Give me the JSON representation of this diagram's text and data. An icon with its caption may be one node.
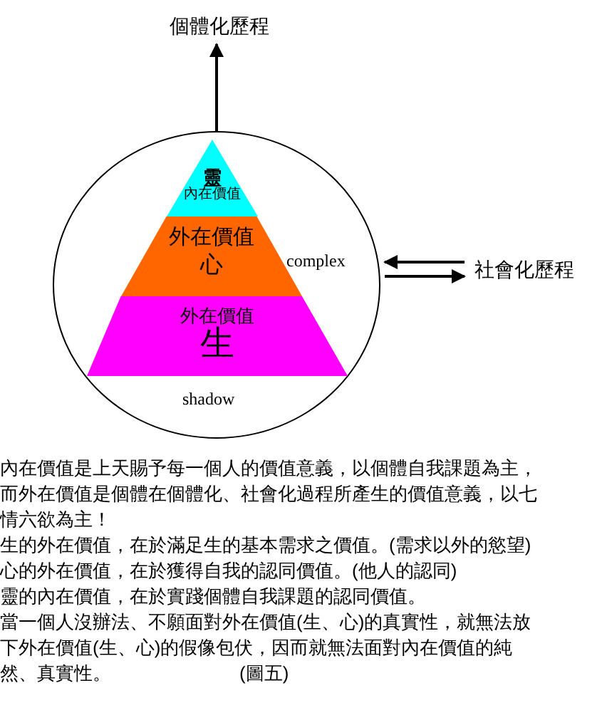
{
  "diagram": {
    "nodes": [
      {
        "text": [
          "個體化歷程"
        ]
      },
      {
        "text": [
          "complex",
          "shadow"
        ]
      },
      {
        "text": [
          "靈",
          "內在價值"
        ],
        "in": 1
      },
      {
        "text": [
          "外在價值",
          "心"
        ],
        "in": 1
      },
      {
        "text": [
          "外在價值",
          "生"
        ],
        "in": 1
      },
      {
        "text": [
          "社會化歷程"
        ]
      }
    ],
    "edges": [
      {
        "from": 1,
        "to": 0,
        "arrow": "to"
      },
      {
        "from": 5,
        "to": 1,
        "arrow": "to"
      },
      {
        "from": 1,
        "to": 5,
        "arrow": "to"
      }
    ],
    "labels": [
      "內在價值是上天賜予每一個人的價值意義，以個體自我課題為主，而外在價值是個體在個體化、社會化過程所產生的價值意義，以七情六欲為主！",
      "生的外在價值，在於滿足生的基本需求之價值。(需求以外的慾望)",
      "心的外在價值，在於獲得自我的認同價值。(他人的認同)",
      "靈的內在價值，在於實踐個體自我課題的認同價值。",
      "當一個人沒辦法、不願面對外在價值(生、心)的真實性，就無法放下外在價值(生、心)的假像包伏，因而就無法面對內在價值的純然、真實性。",
      "(圖五)"
    ]
  }
}
